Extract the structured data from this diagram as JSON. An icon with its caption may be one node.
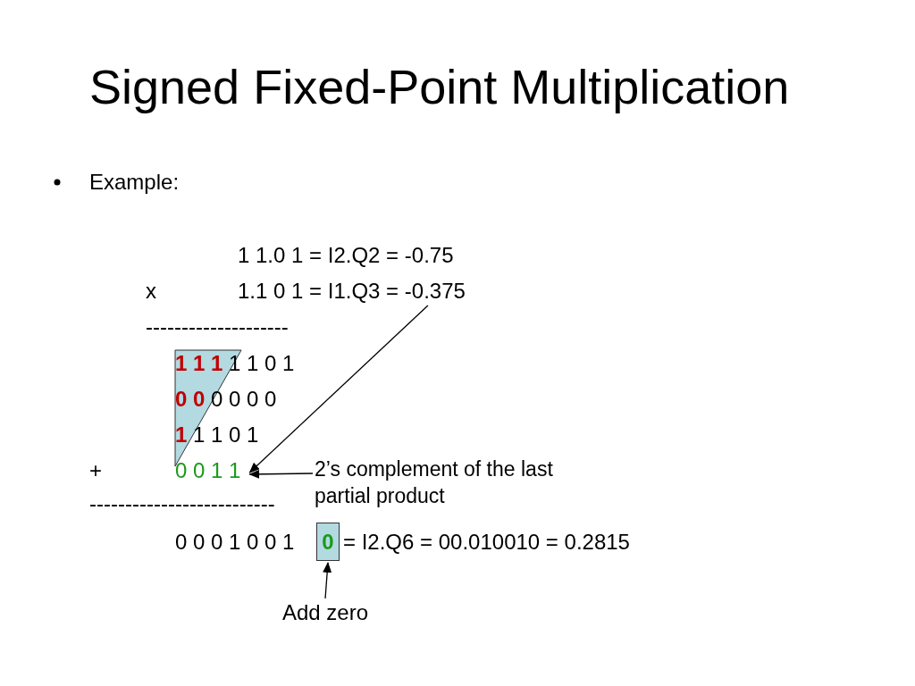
{
  "diagram": {
    "title": "Signed Fixed-Point Multiplication",
    "nodes": [
      {
        "text": [
          "1.1 0 1 = I1.Q3 = -0.375"
        ]
      },
      {
        "text": [
          "0 0 1 1"
        ]
      },
      {
        "text": [
          "2’s complement of the last partial product"
        ]
      },
      {
        "text": [
          "0"
        ]
      },
      {
        "text": [
          "Add zero"
        ]
      }
    ],
    "edges": [
      {
        "from": 0,
        "to": 1,
        "arrow": "to"
      },
      {
        "from": 2,
        "to": 1,
        "arrow": "to"
      },
      {
        "from": 4,
        "to": 3,
        "arrow": "to"
      }
    ],
    "labels": [
      "Example:",
      "1 1.0 1 = I2.Q2 = -0.75",
      "x",
      "--------------------",
      "**1 1 1** 1 1 0 1",
      "**0 0** 0 0 0 0",
      "**1** 1 1 0 1",
      "+",
      "--------------------------",
      "0 0 0 1 0 0 1",
      "= I2.Q6 = 00.010010 = 0.2815"
    ]
  }
}
